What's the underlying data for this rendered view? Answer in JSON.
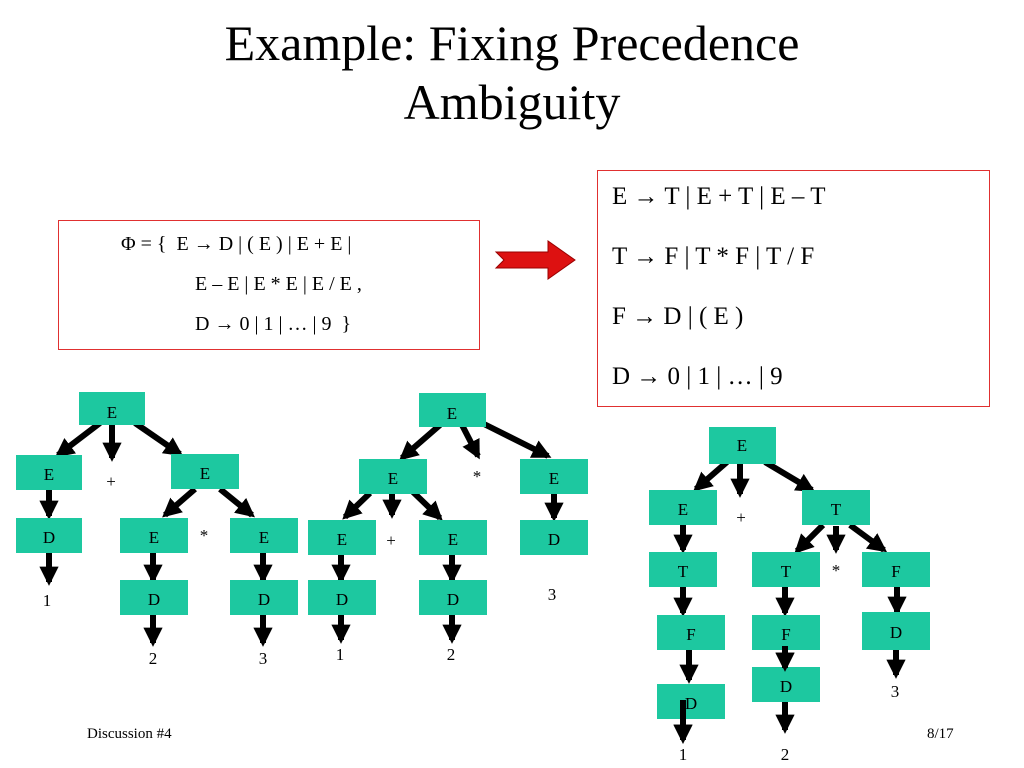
{
  "slide": {
    "title_line1": "Example: Fixing Precedence",
    "title_line2": "Ambiguity",
    "footer_left": "Discussion #4",
    "footer_right": "8/17"
  },
  "ambiguous_grammar": {
    "lines": [
      "Φ = {  E → D | ( E ) | E + E |",
      "E – E | E * E | E / E ,",
      "D → 0 | 1 | … | 9  }"
    ]
  },
  "unambiguous_grammar": {
    "rules": [
      "E → T | E + T | E – T",
      "T → F | T * F | T / F",
      "F → D | ( E )",
      "D → 0 | 1 | … | 9"
    ]
  },
  "colors": {
    "node_fill": "#1dc8a0",
    "box_border": "#e03030",
    "arrow_red": "#dd1111",
    "arrow_black": "#000000"
  },
  "trees": {
    "tree1": {
      "node_labels": [
        "E",
        "E",
        "E",
        "D",
        "E",
        "E",
        "D",
        "D"
      ],
      "operators": [
        "+",
        "*"
      ],
      "leaves": [
        "1",
        "2",
        "3"
      ]
    },
    "tree2": {
      "node_labels": [
        "E",
        "E",
        "E",
        "E",
        "E",
        "D",
        "D",
        "D"
      ],
      "operators": [
        "*",
        "+"
      ],
      "leaves": [
        "3",
        "1",
        "2"
      ]
    },
    "tree3": {
      "node_labels": [
        "E",
        "E",
        "T",
        "T",
        "T",
        "F",
        "F",
        "F",
        "D",
        "D",
        "D"
      ],
      "operators": [
        "+",
        "*"
      ],
      "leaves": [
        "3",
        "1",
        "2"
      ]
    }
  }
}
